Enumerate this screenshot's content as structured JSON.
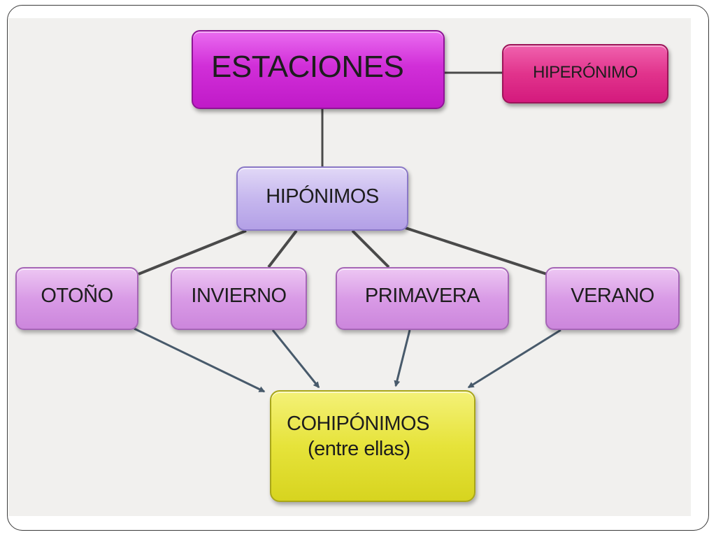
{
  "diagram": {
    "root": {
      "label": "ESTACIONES"
    },
    "hypernym": {
      "label": "HIPERÓNIMO"
    },
    "hyponyms": {
      "label": "HIPÓNIMOS"
    },
    "seasons": [
      {
        "label": "OTOÑO"
      },
      {
        "label": "INVIERNO"
      },
      {
        "label": "PRIMAVERA"
      },
      {
        "label": "VERANO"
      }
    ],
    "cohyponyms": {
      "label": "COHIPÓNIMOS",
      "sublabel": "(entre ellas)"
    }
  },
  "colors": {
    "root": "#d12fd8",
    "hypernym": "#e1338c",
    "hyponyms": "#c6b7ee",
    "seasons": "#d99be6",
    "cohyponyms": "#e6e33a",
    "connector": "#4a4a4a",
    "arrow": "#485a6b"
  }
}
